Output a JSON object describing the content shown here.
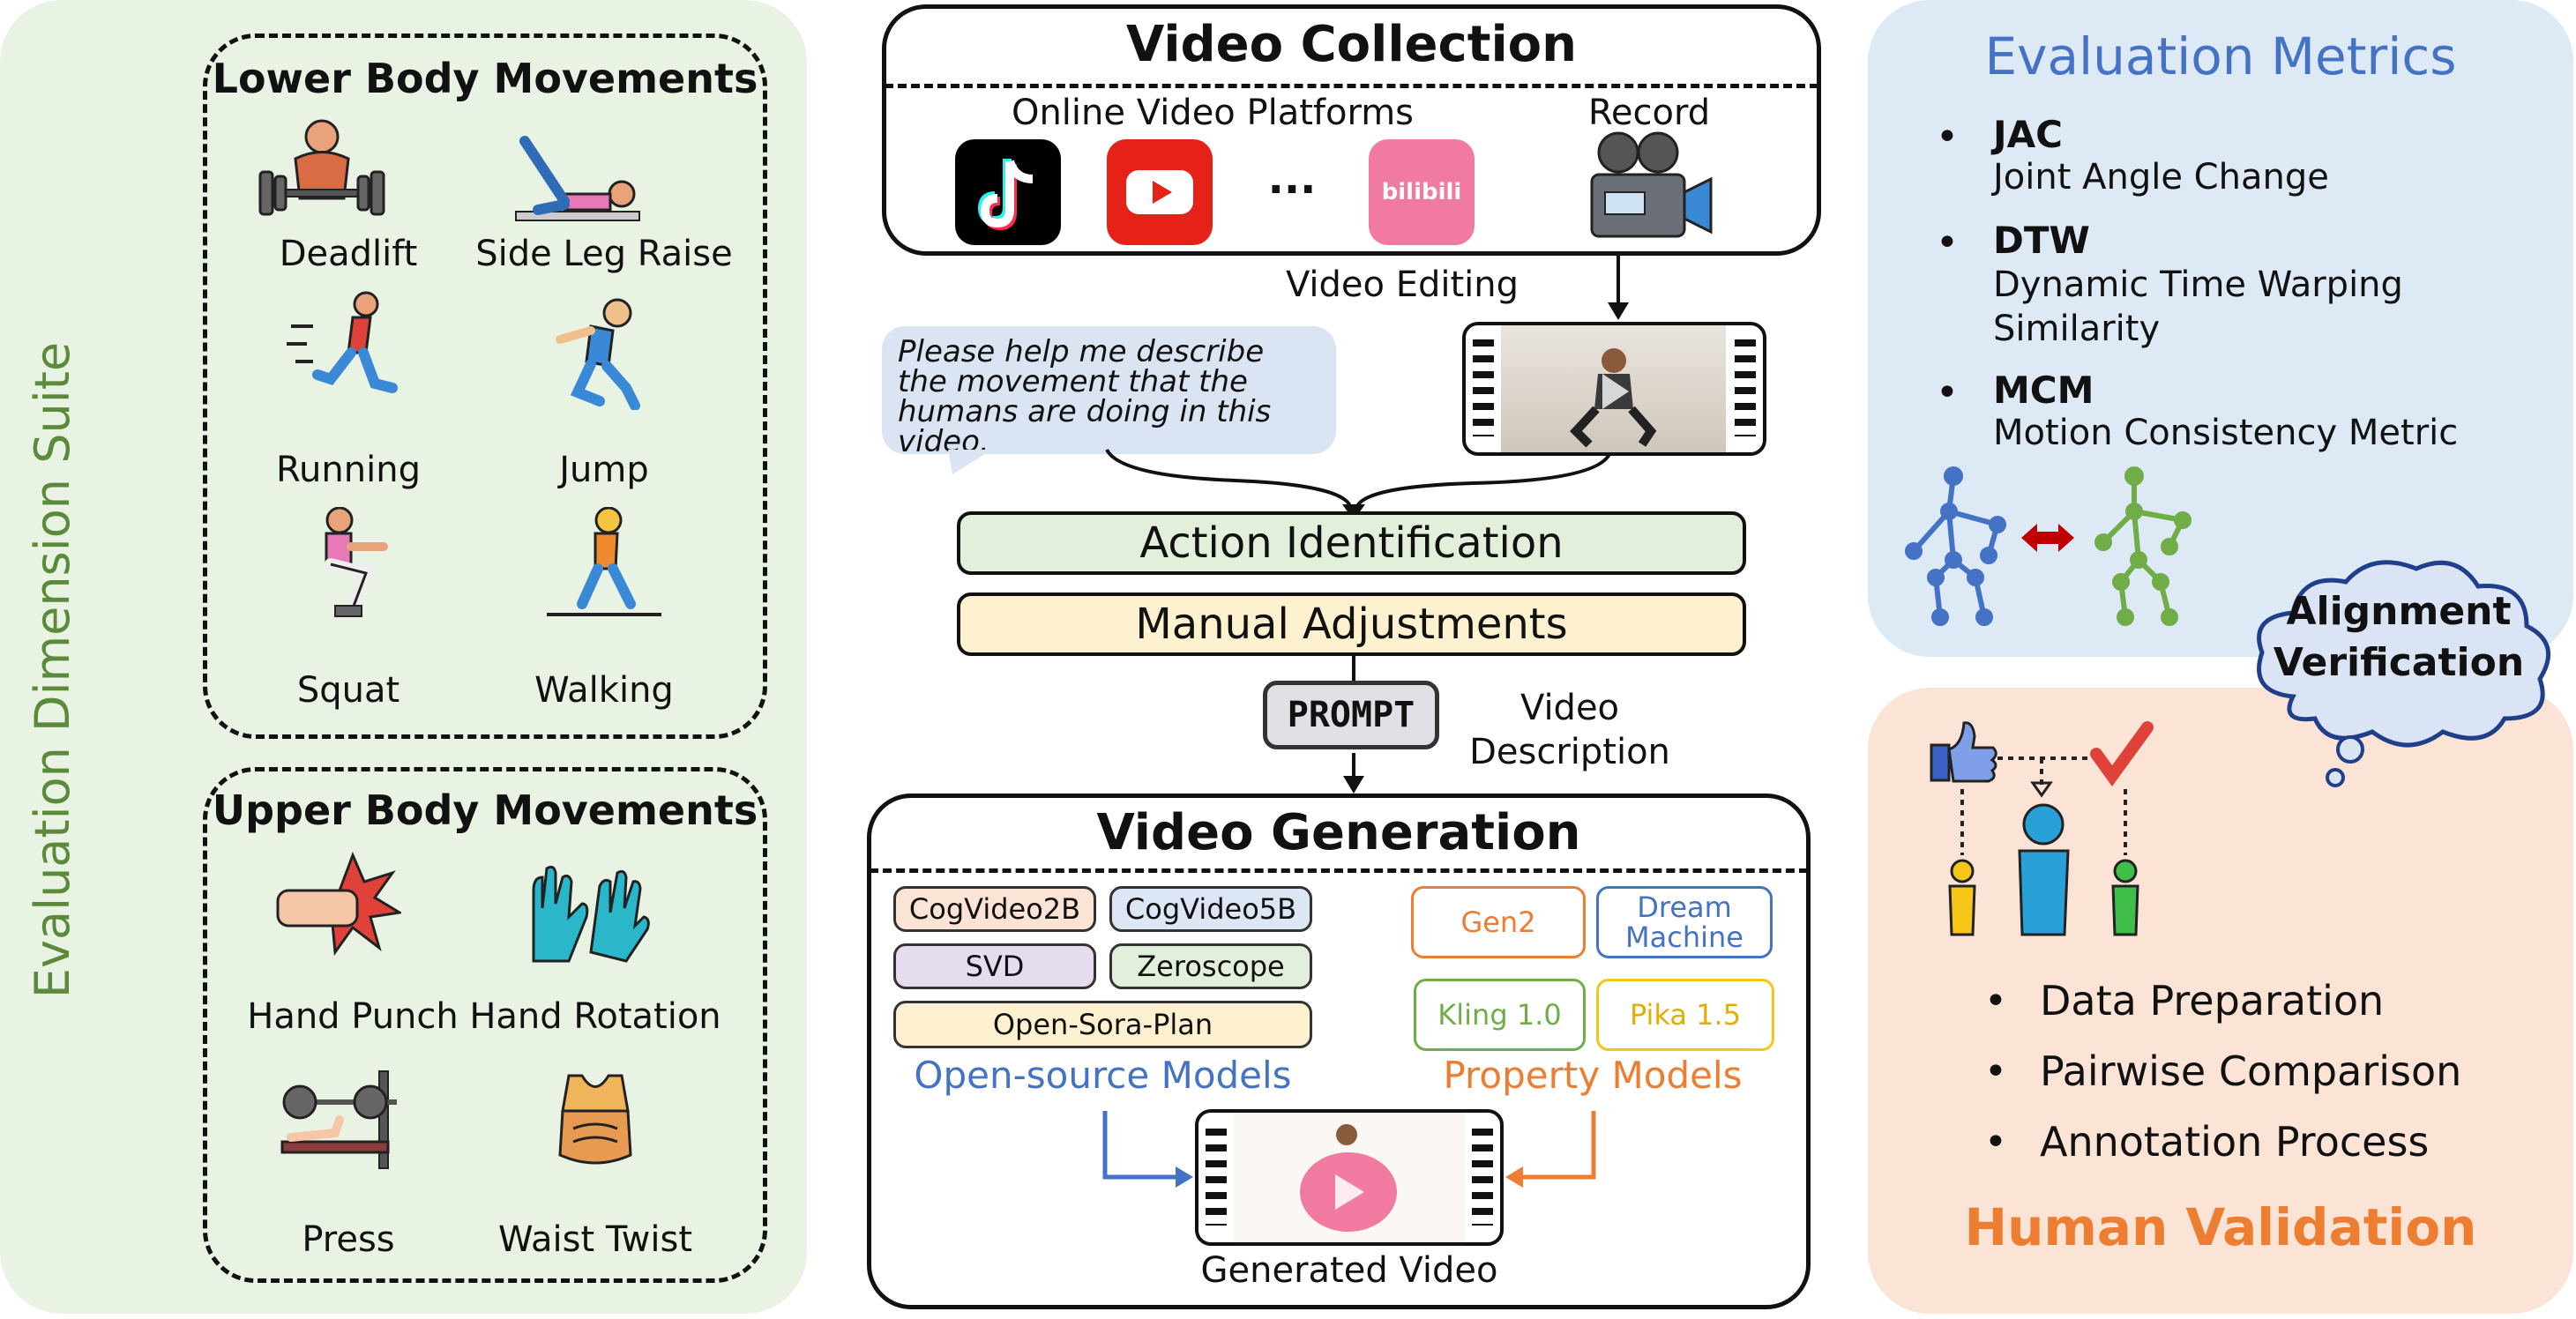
{
  "left": {
    "suite_title": "Evaluation Dimension Suite",
    "lower": {
      "title": "Lower Body Movements",
      "items": [
        {
          "label": "Deadlift",
          "icon": "deadlift-icon"
        },
        {
          "label": "Side Leg Raise",
          "icon": "side-leg-raise-icon"
        },
        {
          "label": "Running",
          "icon": "running-icon"
        },
        {
          "label": "Jump",
          "icon": "jump-icon"
        },
        {
          "label": "Squat",
          "icon": "squat-icon"
        },
        {
          "label": "Walking",
          "icon": "walking-icon"
        }
      ]
    },
    "upper": {
      "title": "Upper Body Movements",
      "items": [
        {
          "label": "Hand Punch",
          "icon": "hand-punch-icon"
        },
        {
          "label": "Hand Rotation",
          "icon": "hand-rotation-icon"
        },
        {
          "label": "Press",
          "icon": "press-icon"
        },
        {
          "label": "Waist Twist",
          "icon": "waist-twist-icon"
        }
      ]
    }
  },
  "center": {
    "collection": {
      "title": "Video Collection",
      "platforms_label": "Online Video Platforms",
      "ellipsis": "...",
      "record_label": "Record",
      "bilibili_text": "bilibili",
      "platform_icons": [
        "tiktok-icon",
        "youtube-icon",
        "bilibili-icon",
        "camera-icon"
      ]
    },
    "editing_label": "Video Editing",
    "speech_bubble": "Please help me describe the movement that the humans are doing in this video.",
    "action_identification": "Action Identification",
    "manual_adjustments": "Manual Adjustments",
    "prompt_tag": "PROMPT",
    "description_label": "Video Description",
    "generation": {
      "title": "Video Generation",
      "open_source": {
        "caption": "Open-source Models",
        "models": [
          "CogVideo2B",
          "CogVideo5B",
          "SVD",
          "Zeroscope",
          "Open-Sora-Plan"
        ]
      },
      "property": {
        "caption": "Property Models",
        "models": [
          "Gen2",
          "Dream Machine",
          "Kling 1.0",
          "Pika 1.5"
        ]
      },
      "generated_label": "Generated Video"
    }
  },
  "right": {
    "metrics": {
      "title": "Evaluation Metrics",
      "items": [
        {
          "abbr": "JAC",
          "full": "Joint Angle Change"
        },
        {
          "abbr": "DTW",
          "full": "Dynamic Time Warping Similarity"
        },
        {
          "abbr": "MCM",
          "full": "Motion Consistency Metric"
        }
      ]
    },
    "alignment": "Alignment Verification",
    "human": {
      "title": "Human Validation",
      "items": [
        "Data Preparation",
        "Pairwise Comparison",
        "Annotation Process"
      ]
    }
  },
  "colors": {
    "green_panel": "#e9f3e4",
    "blue_panel": "#dde9f5",
    "orange_panel": "#fbe3d6",
    "green_text": "#5a8a3a",
    "blue_text": "#4472c4",
    "orange_text": "#ed7d31"
  }
}
